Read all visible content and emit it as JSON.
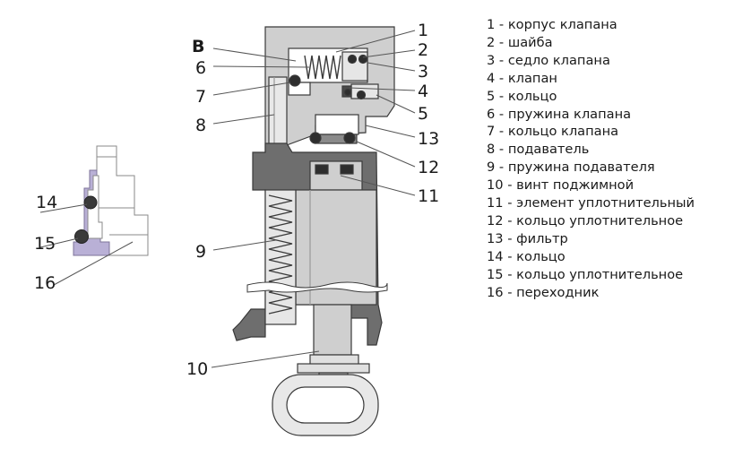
{
  "diagram": {
    "callouts": {
      "B": "B",
      "n1": "1",
      "n2": "2",
      "n3": "3",
      "n4": "4",
      "n5": "5",
      "n6": "6",
      "n7": "7",
      "n8": "8",
      "n9": "9",
      "n10": "10",
      "n11": "11",
      "n12": "12",
      "n13": "13",
      "n14": "14",
      "n15": "15",
      "n16": "16"
    },
    "legend": [
      {
        "num": "1",
        "text": "корпус клапана"
      },
      {
        "num": "2",
        "text": "шайба"
      },
      {
        "num": "3",
        "text": "седло клапана"
      },
      {
        "num": "4",
        "text": "клапан"
      },
      {
        "num": "5",
        "text": "кольцо"
      },
      {
        "num": "6",
        "text": "пружина клапана"
      },
      {
        "num": "7",
        "text": "кольцо клапана"
      },
      {
        "num": "8",
        "text": "подаватель"
      },
      {
        "num": "9",
        "text": "пружина подавателя"
      },
      {
        "num": "10",
        "text": "винт поджимной"
      },
      {
        "num": "11",
        "text": "элемент уплотнительный"
      },
      {
        "num": "12",
        "text": "кольцо уплотнительное"
      },
      {
        "num": "13",
        "text": "фильтр"
      },
      {
        "num": "14",
        "text": "кольцо"
      },
      {
        "num": "15",
        "text": "кольцо уплотнительное"
      },
      {
        "num": "16",
        "text": "переходник"
      }
    ],
    "colors": {
      "dark_section": "#6e6e6e",
      "light_section": "#cfcfcf",
      "outline": "#3a3a3a",
      "lavender": "#b9b0d6"
    }
  }
}
